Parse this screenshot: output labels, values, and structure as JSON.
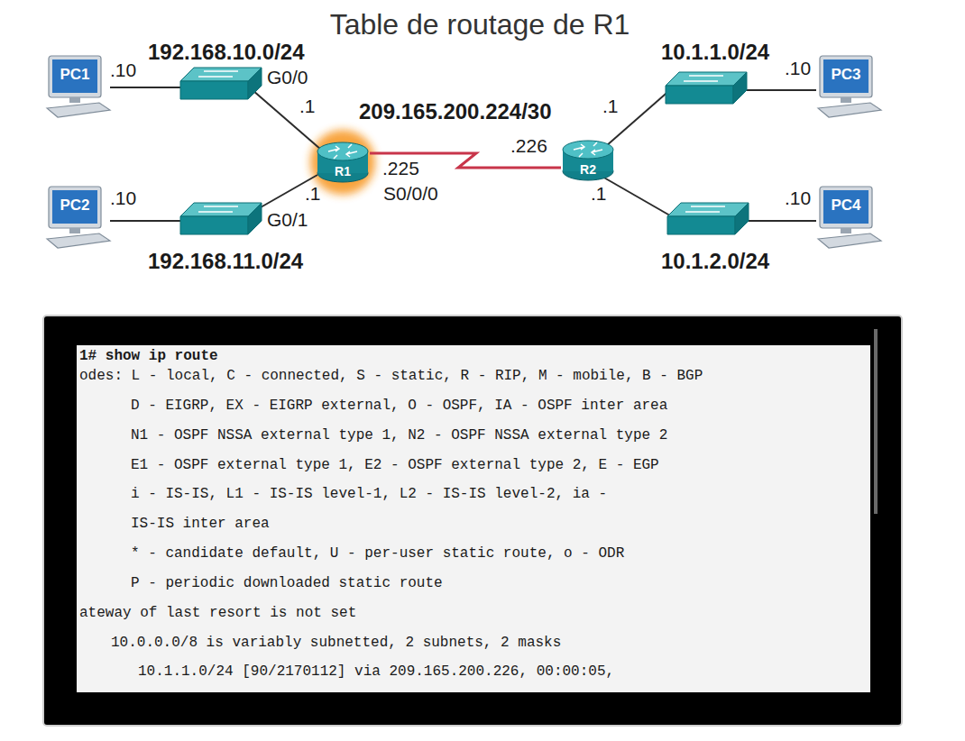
{
  "diagram": {
    "title": "Table de routage de R1",
    "nodes": [
      {
        "text": [
          "PC1"
        ]
      },
      {
        "text": [
          "PC3"
        ]
      },
      {
        "text": [
          "R1"
        ]
      },
      {
        "text": [
          "R2"
        ]
      },
      {
        "text": [
          "PC2"
        ]
      },
      {
        "text": [
          "PC4"
        ]
      },
      {
        "text": [
          "1# show ip route",
          "odes: L - local, C - connected, S - static, R - RIP, M - mobile, B - BGP",
          "D - EIGRP, EX - EIGRP external, O - OSPF, IA - OSPF inter area",
          "N1 - OSPF NSSA external type 1, N2 - OSPF NSSA external type 2",
          "E1 - OSPF external type 1, E2 - OSPF external type 2, E - EGP",
          "i - IS-IS, L1 - IS-IS level-1, L2 - IS-IS level-2, ia -",
          "IS-IS inter area",
          "* - candidate default, U - per-user static route, o - ODR",
          "P - periodic downloaded static route",
          "ateway of last resort is not set",
          "10.0.0.0/8 is variably subnetted, 2 subnets, 2 masks",
          "10.1.1.0/24 [90/2170112] via 209.165.200.226, 00:00:05,"
        ]
      }
    ],
    "edges": [
      {
        "from": 2,
        "to": 3,
        "arrow": "none"
      }
    ],
    "labels": [
      "192.168.10.0/24",
      "10.1.1.0/24",
      ".10",
      "G0/0",
      ".10",
      ".1",
      "209.165.200.224/30",
      ".1",
      ".226",
      ".225",
      "S0/0/0",
      ".1",
      ".1",
      ".10",
      ".10",
      "G0/1",
      "192.168.11.0/24",
      "10.1.2.0/24"
    ]
  }
}
